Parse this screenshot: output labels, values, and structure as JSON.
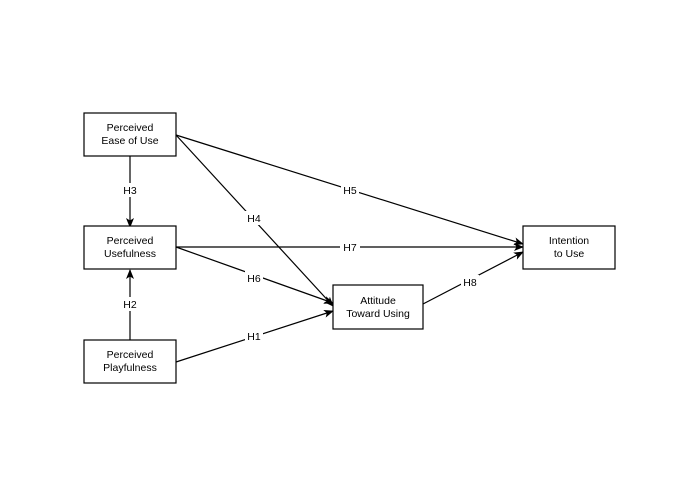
{
  "nodes": {
    "peou": {
      "lines": [
        "Perceived",
        "Ease of Use"
      ]
    },
    "pu": {
      "lines": [
        "Perceived",
        "Usefulness"
      ]
    },
    "pp": {
      "lines": [
        "Perceived",
        "Playfulness"
      ]
    },
    "att": {
      "lines": [
        "Attitude",
        "Toward Using"
      ]
    },
    "itu": {
      "lines": [
        "Intention",
        "to Use"
      ]
    }
  },
  "hypotheses": {
    "h1": "H1",
    "h2": "H2",
    "h3": "H3",
    "h4": "H4",
    "h5": "H5",
    "h6": "H6",
    "h7": "H7",
    "h8": "H8"
  },
  "colors": {
    "stroke": "#000000",
    "background": "#ffffff"
  }
}
